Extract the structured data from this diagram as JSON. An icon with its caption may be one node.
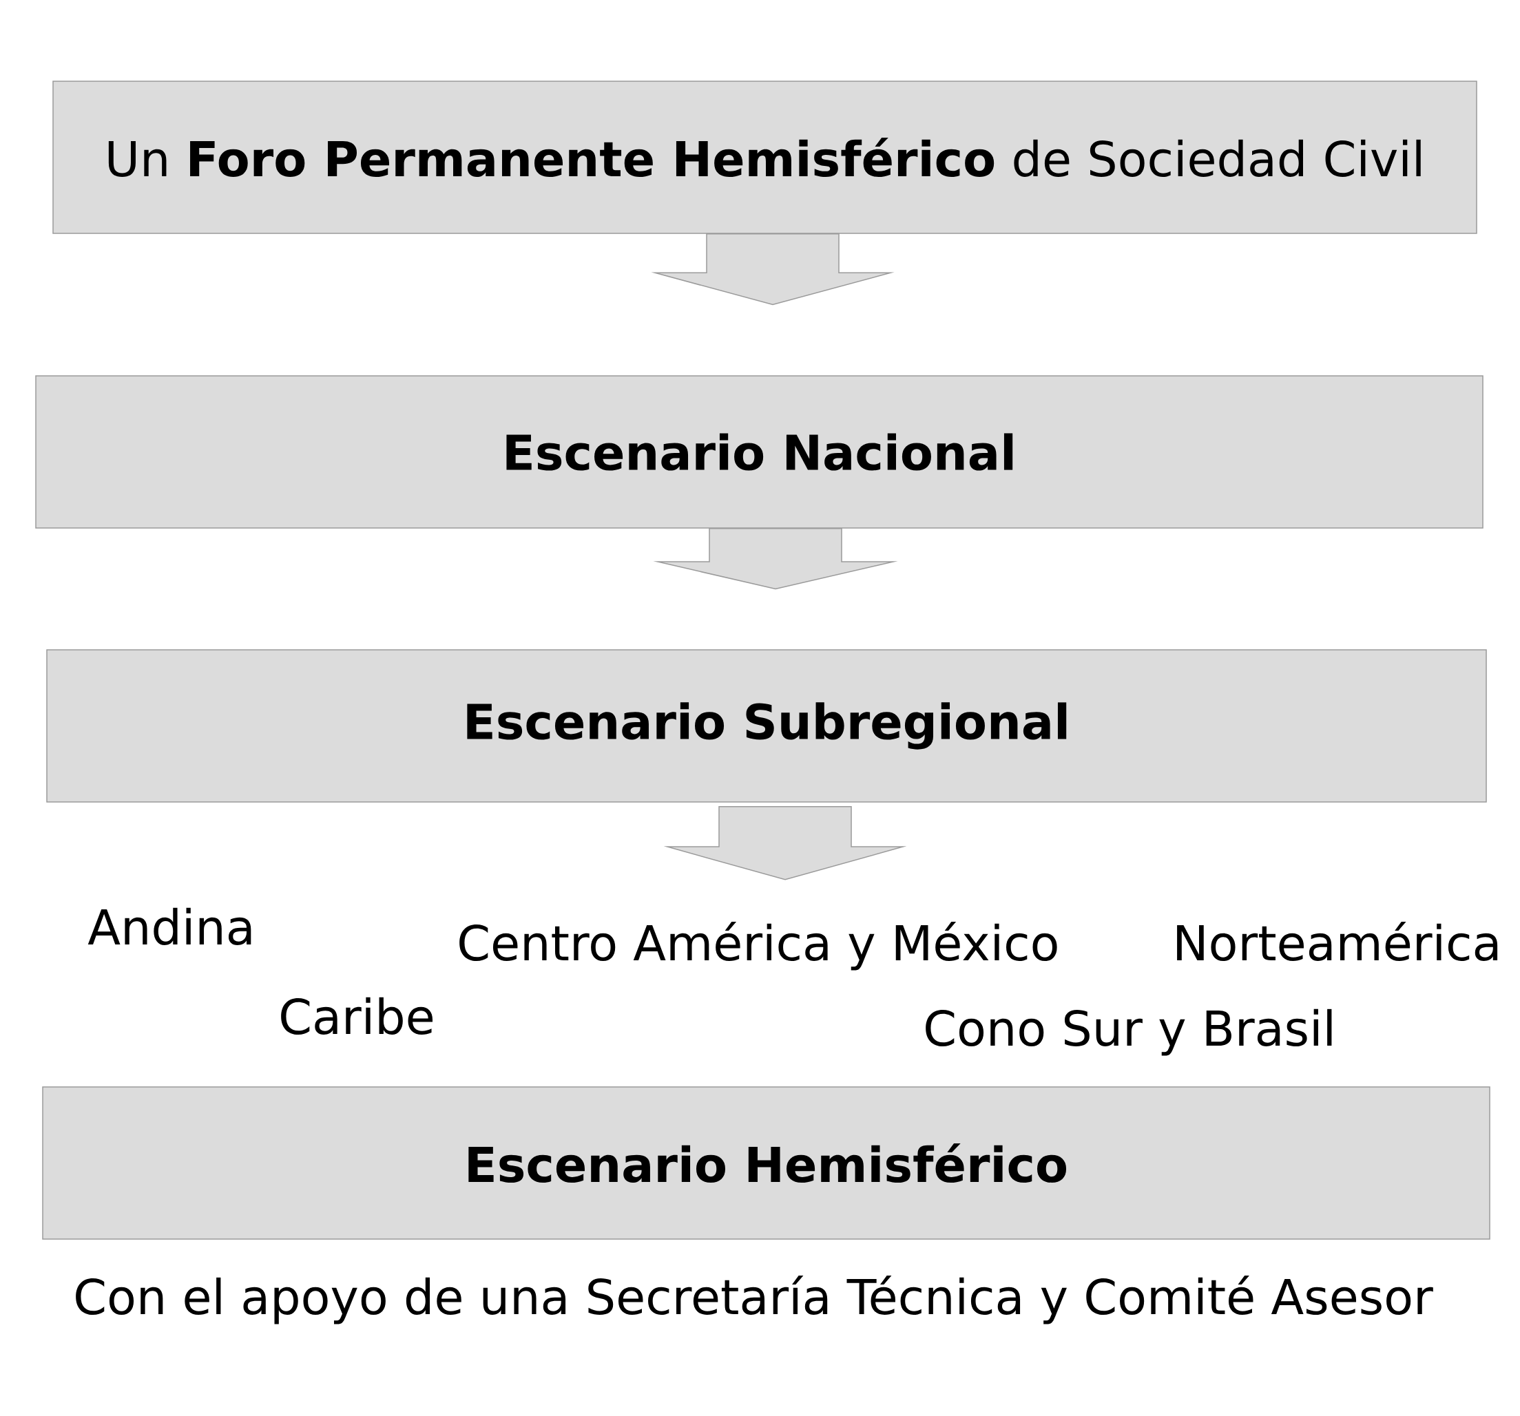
{
  "diagram": {
    "nodes": [
      {
        "text": [
          "Un **Foro Permanente Hemisférico** de Sociedad Civil"
        ]
      },
      {
        "text": [
          "Escenario Nacional"
        ]
      },
      {
        "text": [
          "Escenario Subregional"
        ]
      },
      {
        "text": [
          "Escenario Hemisférico"
        ]
      }
    ],
    "edges": [
      {
        "from": 0,
        "to": 1,
        "arrow": "to"
      },
      {
        "from": 1,
        "to": 2,
        "arrow": "to"
      },
      {
        "from": 2,
        "to": null,
        "arrow": "to"
      }
    ],
    "labels": [
      "Andina",
      "Centro América y México",
      "Norteamérica",
      "Caribe",
      "Cono Sur y Brasil",
      "Con el apoyo de una Secretaría Técnica y Comité Asesor"
    ]
  }
}
